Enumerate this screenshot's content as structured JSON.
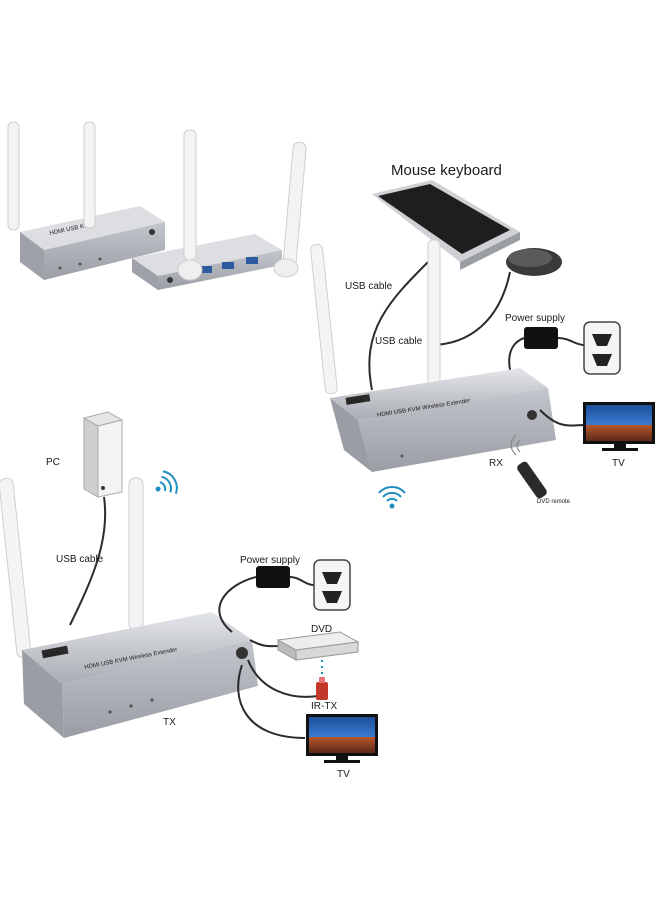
{
  "labels": {
    "mouse_keyboard": "Mouse keyboard",
    "usb_cable_rx_1": "USB cable",
    "usb_cable_rx_2": "USB cable",
    "power_supply_rx": "Power supply",
    "rx": "RX",
    "tv_rx": "TV",
    "dvd_remote": "DVD remote",
    "pc": "PC",
    "usb_cable_tx": "USB cable",
    "power_supply_tx": "Power supply",
    "dvd": "DVD",
    "ir_tx": "IR-TX",
    "tx": "TX",
    "tv_tx": "TV"
  },
  "device_text": {
    "brand": "HDMI",
    "model": "HDMI USB KVM Wireless Extender"
  },
  "colors": {
    "device_body": "#c9cbd0",
    "device_top": "#dfe1e5",
    "cable": "#2b2b2b",
    "antenna": "#f4f4f4",
    "wifi": "#1f8fc0",
    "tv_screen": "#2a5fa8"
  }
}
